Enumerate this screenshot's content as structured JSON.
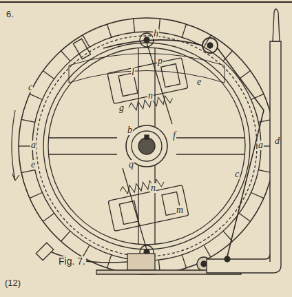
{
  "diagram": {
    "caption": "Fig. 7.",
    "labels": [
      "6.",
      "h",
      "p",
      "e",
      "c",
      "a",
      "a",
      "e",
      "l",
      "n",
      "g",
      "b",
      "f",
      "q",
      "n",
      "m",
      "c",
      "d",
      "(12)"
    ]
  }
}
